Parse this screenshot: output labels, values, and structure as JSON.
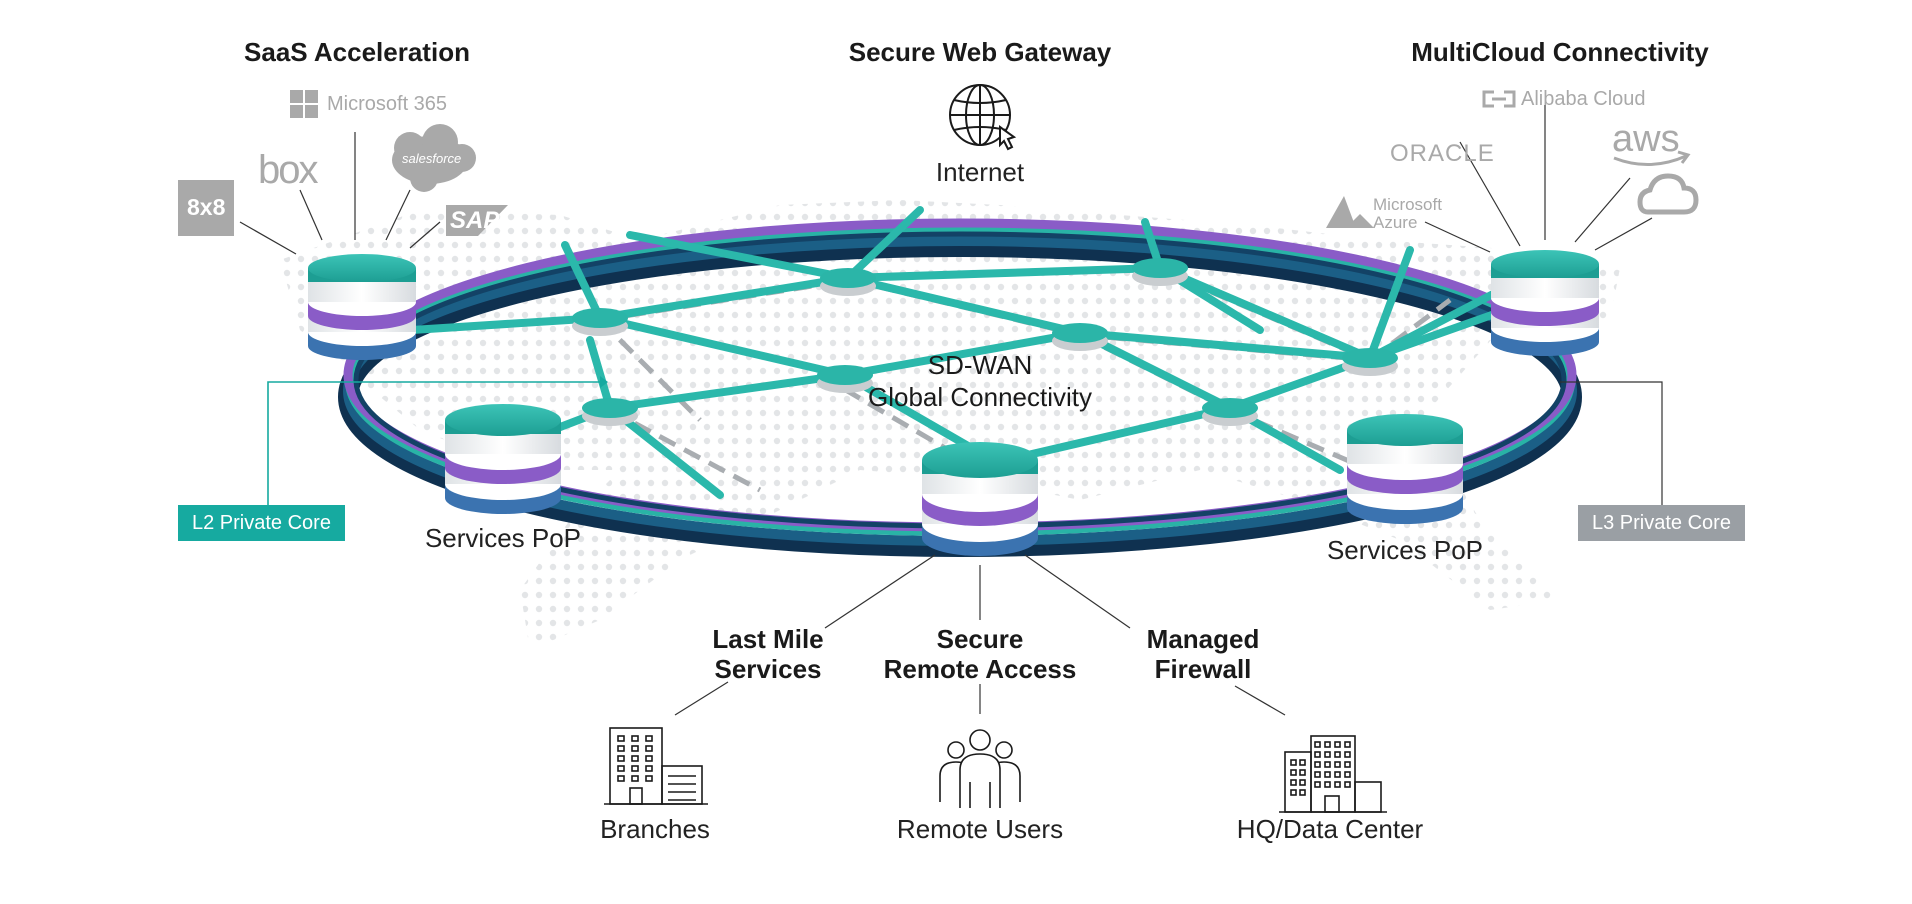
{
  "saas": {
    "title": "SaaS Acceleration",
    "logos": {
      "microsoft365": "Microsoft 365",
      "box": "box",
      "salesforce": "salesforce",
      "eightbyeight": "8x8",
      "sap": "SAP"
    }
  },
  "swg": {
    "title": "Secure Web Gateway",
    "internet": "Internet"
  },
  "multicloud": {
    "title": "MultiCloud Connectivity",
    "logos": {
      "alibaba": "Alibaba Cloud",
      "oracle": "ORACLE",
      "aws": "aws",
      "azure_line1": "Microsoft",
      "azure_line2": "Azure"
    }
  },
  "center": {
    "line1": "SD-WAN",
    "line2": "Global Connectivity"
  },
  "cores": {
    "l2": "L2 Private Core",
    "l3": "L3 Private Core"
  },
  "pops": {
    "left": "Services PoP",
    "right": "Services PoP"
  },
  "services": {
    "last_mile_1": "Last Mile",
    "last_mile_2": "Services",
    "remote_1": "Secure",
    "remote_2": "Remote Access",
    "firewall_1": "Managed",
    "firewall_2": "Firewall"
  },
  "endpoints": {
    "branches": "Branches",
    "remote_users": "Remote Users",
    "hq": "HQ/Data Center"
  },
  "colors": {
    "teal": "#2bb5a8",
    "purple": "#8a5cc7",
    "navy": "#113a5c",
    "l2_box": "#16aaa0",
    "l3_box": "#9a9fa4",
    "logo_gray": "#a9a9a9"
  }
}
